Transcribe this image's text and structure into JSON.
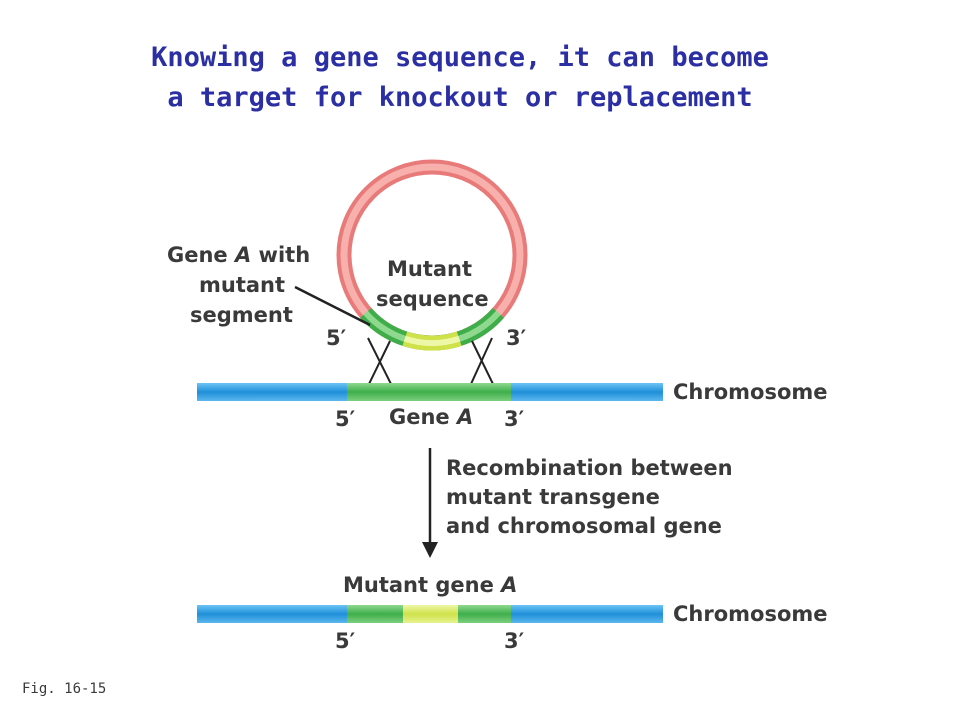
{
  "title": {
    "line1": "Knowing a gene sequence, it can become",
    "line2": "a target for knockout or replacement"
  },
  "labels": {
    "gene_a_with_1": "Gene ",
    "gene_a_with_italic": "A",
    "gene_a_with_2": " with",
    "gene_a_with_3": "mutant",
    "gene_a_with_4": "segment",
    "mutant_1": "Mutant",
    "mutant_2": "sequence",
    "plasmid_5": "5′",
    "plasmid_3": "3′",
    "chromosome_top": "Chromosome",
    "top_5": "5′",
    "top_gene": "Gene ",
    "top_gene_italic": "A",
    "top_3": "3′",
    "recomb_1": "Recombination between",
    "recomb_2": "mutant transgene",
    "recomb_3": "and chromosomal gene",
    "mutant_gene": "Mutant gene ",
    "mutant_gene_italic": "A",
    "chromosome_bottom": "Chromosome",
    "bottom_5": "5′",
    "bottom_3": "3′"
  },
  "figure_label": "Fig. 16-15",
  "colors": {
    "title": "#2b2fa3",
    "chromosome": "#1f8fd8",
    "gene": "#4cb84c",
    "mutant_segment": "#d6e85a",
    "plasmid": "#f28b8b"
  }
}
